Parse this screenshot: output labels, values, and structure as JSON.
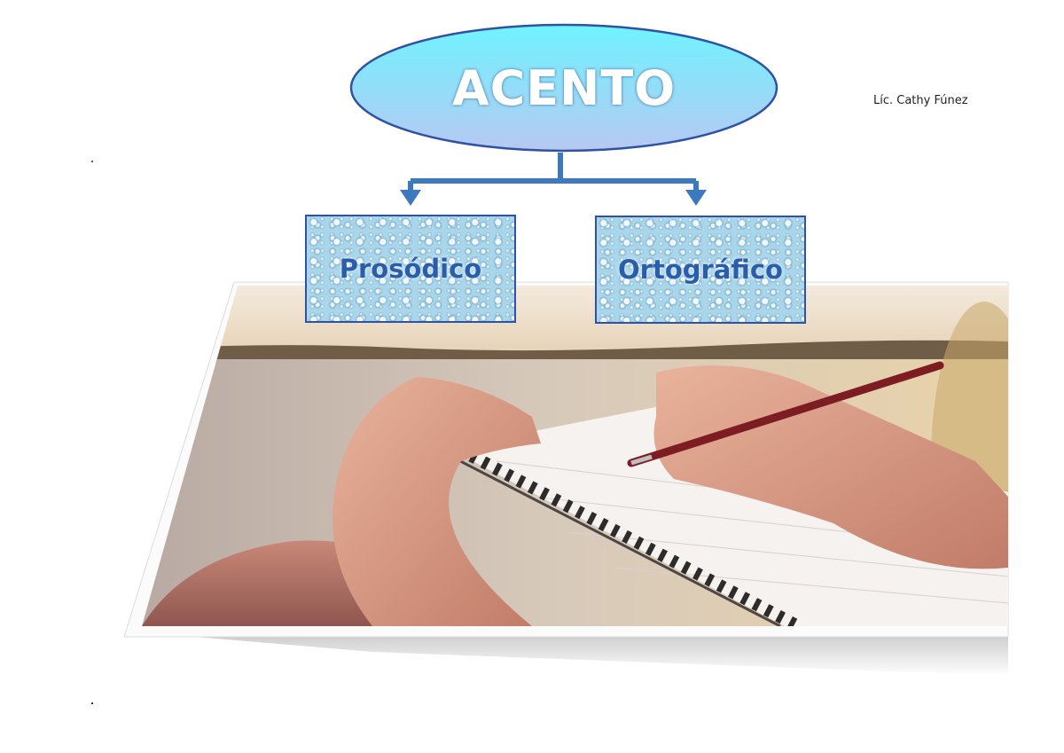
{
  "diagram": {
    "root": {
      "label": "ACENTO"
    },
    "children": [
      {
        "label": "Prosódico"
      },
      {
        "label": "Ortográfico"
      }
    ],
    "author": "Líc. Cathy Fúnez"
  },
  "colors": {
    "ellipse_top": "#6ff3ff",
    "ellipse_bottom": "#b7c8f2",
    "outline": "#2f52a4",
    "connector": "#3d79bf",
    "box_text": "#2b5eaa",
    "title_text": "#ffffff"
  }
}
